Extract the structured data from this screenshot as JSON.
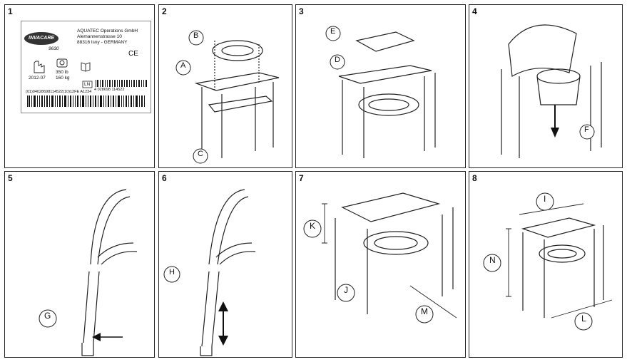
{
  "panels": [
    {
      "number": "1"
    },
    {
      "number": "2"
    },
    {
      "number": "3"
    },
    {
      "number": "4"
    },
    {
      "number": "5"
    },
    {
      "number": "6"
    },
    {
      "number": "7"
    },
    {
      "number": "8"
    }
  ],
  "label": {
    "brand": "INVACARE",
    "model": "9630",
    "company": "AQUATEC Operations GmbH",
    "street": "Alemannenstrasse 10",
    "city": "88316 Isny - GERMANY",
    "ce": "CE",
    "date": "2012-07",
    "weight_lb": "350 lb",
    "weight_kg": "160 kg",
    "lot_code": "LN",
    "barcode1_text": "4 028698 114522",
    "barcode2_text": "(01)04028698114522(10)12FE A1234"
  },
  "callouts": {
    "A": "A",
    "B": "B",
    "C": "C",
    "D": "D",
    "E": "E",
    "F": "F",
    "G": "G",
    "H": "H",
    "I": "I",
    "J": "J",
    "K": "K",
    "L": "L",
    "M": "M",
    "N": "N"
  }
}
